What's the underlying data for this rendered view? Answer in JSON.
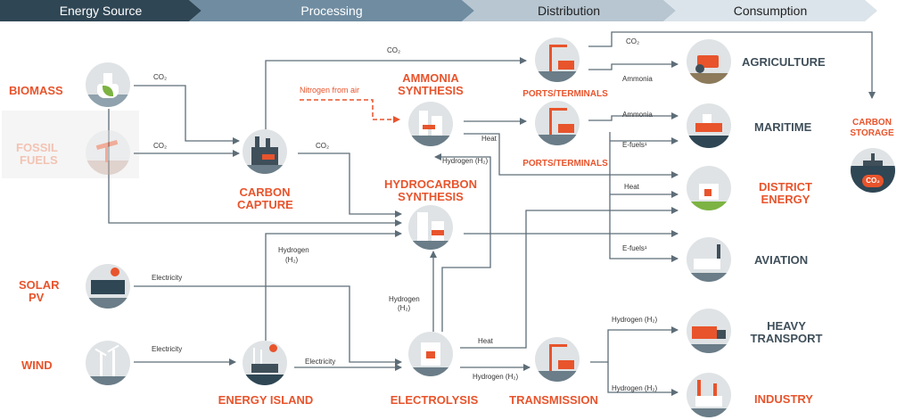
{
  "header": {
    "stages": [
      {
        "label": "Energy Source"
      },
      {
        "label": "Processing"
      },
      {
        "label": "Distribution"
      },
      {
        "label": "Consumption"
      }
    ]
  },
  "sources": {
    "biomass": "BIOMASS",
    "fossil_line1": "FOSSIL",
    "fossil_line2": "FUELS",
    "solar_line1": "SOLAR",
    "solar_line2": "PV",
    "wind": "WIND"
  },
  "processing": {
    "carbon_capture_line1": "CARBON",
    "carbon_capture_line2": "CAPTURE",
    "ammonia_line1": "AMMONIA",
    "ammonia_line2": "SYNTHESIS",
    "hydrocarbon_line1": "HYDROCARBON",
    "hydrocarbon_line2": "SYNTHESIS",
    "energy_island": "ENERGY ISLAND",
    "electrolysis": "ELECTROLYSIS"
  },
  "distribution": {
    "ports1": "PORTS/TERMINALS",
    "ports2": "PORTS/TERMINALS",
    "transmission": "TRANSMISSION"
  },
  "consumption": {
    "agriculture": "AGRICULTURE",
    "maritime": "MARITIME",
    "district_line1": "DISTRICT",
    "district_line2": "ENERGY",
    "aviation": "AVIATION",
    "heavy_line1": "HEAVY",
    "heavy_line2": "TRANSPORT",
    "industry": "INDUSTRY",
    "storage_line1": "CARBON",
    "storage_line2": "STORAGE",
    "storage_badge": "CO₂"
  },
  "flows": {
    "co2_biomass": "CO₂",
    "co2_fossil": "CO₂",
    "co2_top": "CO₂",
    "co2_capture_out": "CO₂",
    "co2_storage": "CO₂",
    "nitrogen": "Nitrogen from air",
    "hydrogen_ammonia": "Hydrogen (H₂)",
    "heat_ammonia": "Heat",
    "ammonia_agri": "Ammonia",
    "ammonia_maritime": "Ammonia",
    "efuels_maritime": "E-fuels¹",
    "heat_district": "Heat",
    "efuels_aviation": "E-fuels¹",
    "hydrogen_island_line1": "Hydrogen",
    "hydrogen_island_line2": "(H₂)",
    "electricity_solar": "Electricity",
    "electricity_wind": "Electricity",
    "electricity_island": "Electricity",
    "hydrogen_elec_line1": "Hydrogen",
    "hydrogen_elec_line2": "(H₂)",
    "heat_elec": "Heat",
    "hydrogen_transmission": "Hydrogen (H₂)",
    "hydrogen_heavy": "Hydrogen (H₂)",
    "hydrogen_industry": "Hydrogen (H₂)"
  },
  "colors": {
    "accent_orange": "#e8542c",
    "dark_slate": "#3f4f5a",
    "arrow_gray": "#5d6d78",
    "node_gray": "#dfe3e5"
  },
  "icons": [
    "flask-leaf-icon",
    "oil-pump-icon",
    "solar-panel-icon",
    "wind-turbine-icon",
    "factory-icon",
    "refinery-icon",
    "energy-island-icon",
    "electrolyser-icon",
    "port-crane-icon",
    "tractor-icon",
    "ship-icon",
    "house-icon",
    "airport-icon",
    "truck-icon",
    "industry-icon",
    "storage-rig-icon"
  ]
}
